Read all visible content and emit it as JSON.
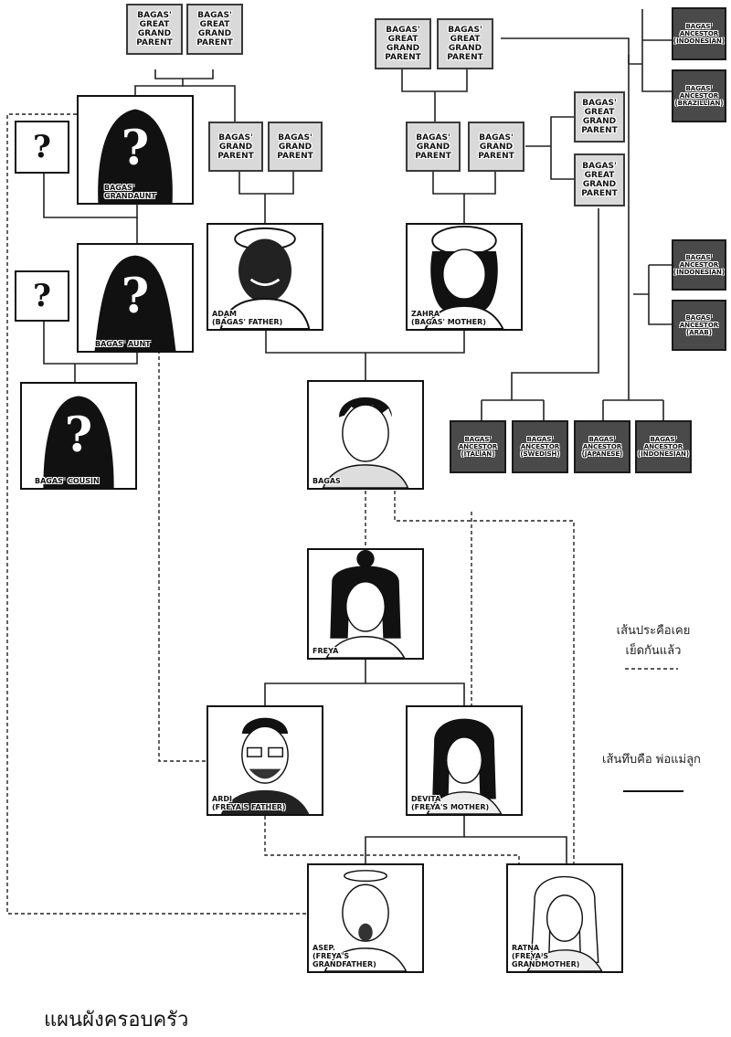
{
  "nodes": {
    "ggp_1": "BAGAS'\nGREAT\nGRAND\nPARENT",
    "ggp_2": "BAGAS'\nGREAT\nGRAND\nPARENT",
    "ggp_3": "BAGAS'\nGREAT\nGRAND\nPARENT",
    "ggp_4": "BAGAS'\nGREAT\nGRAND\nPARENT",
    "ggp_5": "BAGAS'\nGREAT\nGRAND\nPARENT",
    "ggp_6": "BAGAS'\nGREAT\nGRAND\nPARENT",
    "gp_1": "BAGAS'\nGRAND\nPARENT",
    "gp_2": "BAGAS'\nGRAND\nPARENT",
    "gp_3": "BAGAS'\nGRAND\nPARENT",
    "gp_4": "BAGAS'\nGRAND\nPARENT",
    "anc_indonesian_1": "BAGAS'\nANCESTOR\n(INDONESIAN)",
    "anc_brazillian": "BAGAS'\nANCESTOR\n(BRAZILLIAN)",
    "anc_indonesian_2": "BAGAS'\nANCESTOR\n(INDONESIAN)",
    "anc_arab": "BAGAS'\nANCESTOR\n(ARAB)",
    "anc_italian": "BAGAS'\nANCESTOR\n(ITALIAN)",
    "anc_swedish": "BAGAS'\nANCESTOR\n(SWEDISH)",
    "anc_japanese": "BAGAS'\nANCESTOR\n(JAPANESE)",
    "anc_indonesian_3": "BAGAS'\nANCESTOR\n(INDONESIAN)",
    "unknown_1": "?",
    "unknown_2": "?",
    "grandaunt": "BAGAS'\nGRANDAUNT",
    "aunt": "BAGAS' AUNT",
    "cousin": "BAGAS' COUSIN",
    "adam": "ADAM\n(BAGAS' FATHER)",
    "zahra": "ZAHRA\n(BAGAS' MOTHER)",
    "bagas": "BAGAS",
    "freya": "FREYA",
    "ardi": "ARDI\n(FREYA'S FATHER)",
    "devita": "DEVITA\n(FREYA'S MOTHER)",
    "asep": "ASEP.\n(FREYA'S\nGRANDFATHER)",
    "ratna": "RATNA\n(FREYA'S\nGRANDMOTHER)"
  },
  "legend": {
    "dashed_line_label": "เส้นประคือเคย\nเย็ดกันแล้ว",
    "solid_line_label": "เส้นทึบคือ พ่อแม่ลูก"
  },
  "footer": {
    "title": "แผนผังครอบครัว"
  },
  "colors": {
    "light_box": "#d9d9d9",
    "dark_box": "#4a4a4a",
    "line": "#222222"
  }
}
